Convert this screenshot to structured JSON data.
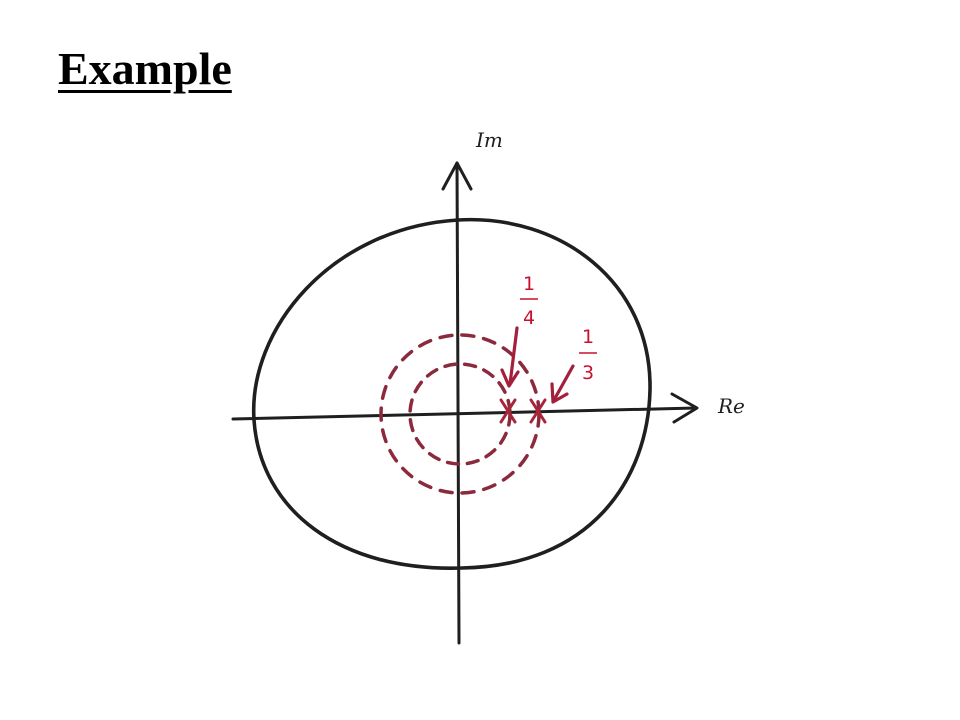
{
  "title": "Example",
  "axes": {
    "imaginary_label": "Im",
    "real_label": "Re"
  },
  "annotations": [
    {
      "numerator": "1",
      "denominator": "4"
    },
    {
      "numerator": "1",
      "denominator": "3"
    }
  ],
  "colors": {
    "ink": "#1f1f1f",
    "annotation": "#c8102e",
    "dashed_circle": "#8b2a3d",
    "pole_marker": "#a8263a",
    "arrow": "#a31f3c"
  }
}
